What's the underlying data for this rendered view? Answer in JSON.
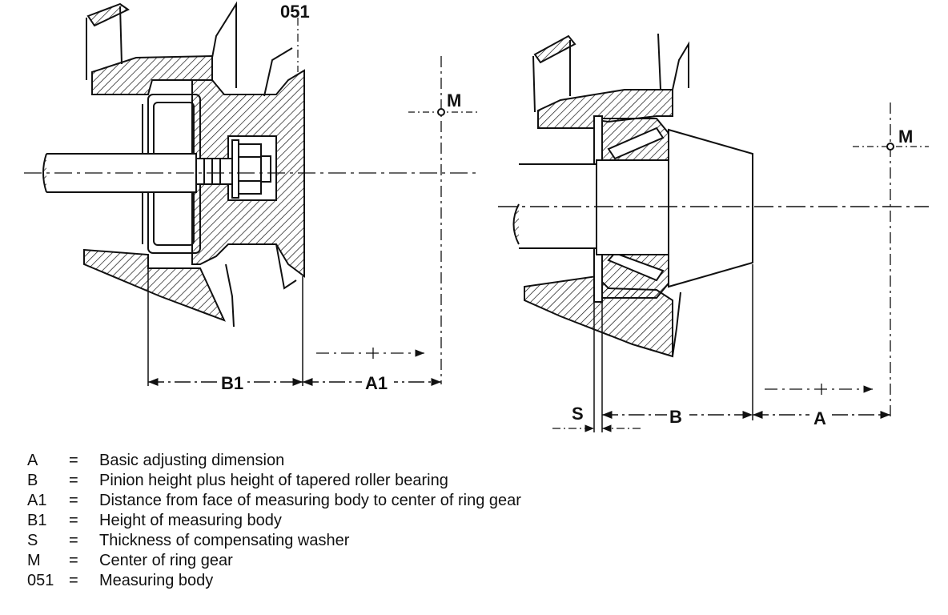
{
  "labels": {
    "part_051": "051",
    "m_left": "M",
    "m_right": "M",
    "b1": "B1",
    "a1": "A1",
    "s": "S",
    "b": "B",
    "a": "A"
  },
  "legend": [
    {
      "key": "A",
      "eq": "=",
      "text": "Basic adjusting dimension"
    },
    {
      "key": "B",
      "eq": "=",
      "text": "Pinion height plus height of tapered roller bearing"
    },
    {
      "key": "A1",
      "eq": "=",
      "text": "Distance from face of measuring body to center of ring gear"
    },
    {
      "key": "B1",
      "eq": "=",
      "text": "Height of measuring body"
    },
    {
      "key": "S",
      "eq": "=",
      "text": "Thickness of compensating washer"
    },
    {
      "key": "M",
      "eq": "=",
      "text": "Center of ring gear"
    },
    {
      "key": "051",
      "eq": "=",
      "text": "Measuring body"
    }
  ]
}
